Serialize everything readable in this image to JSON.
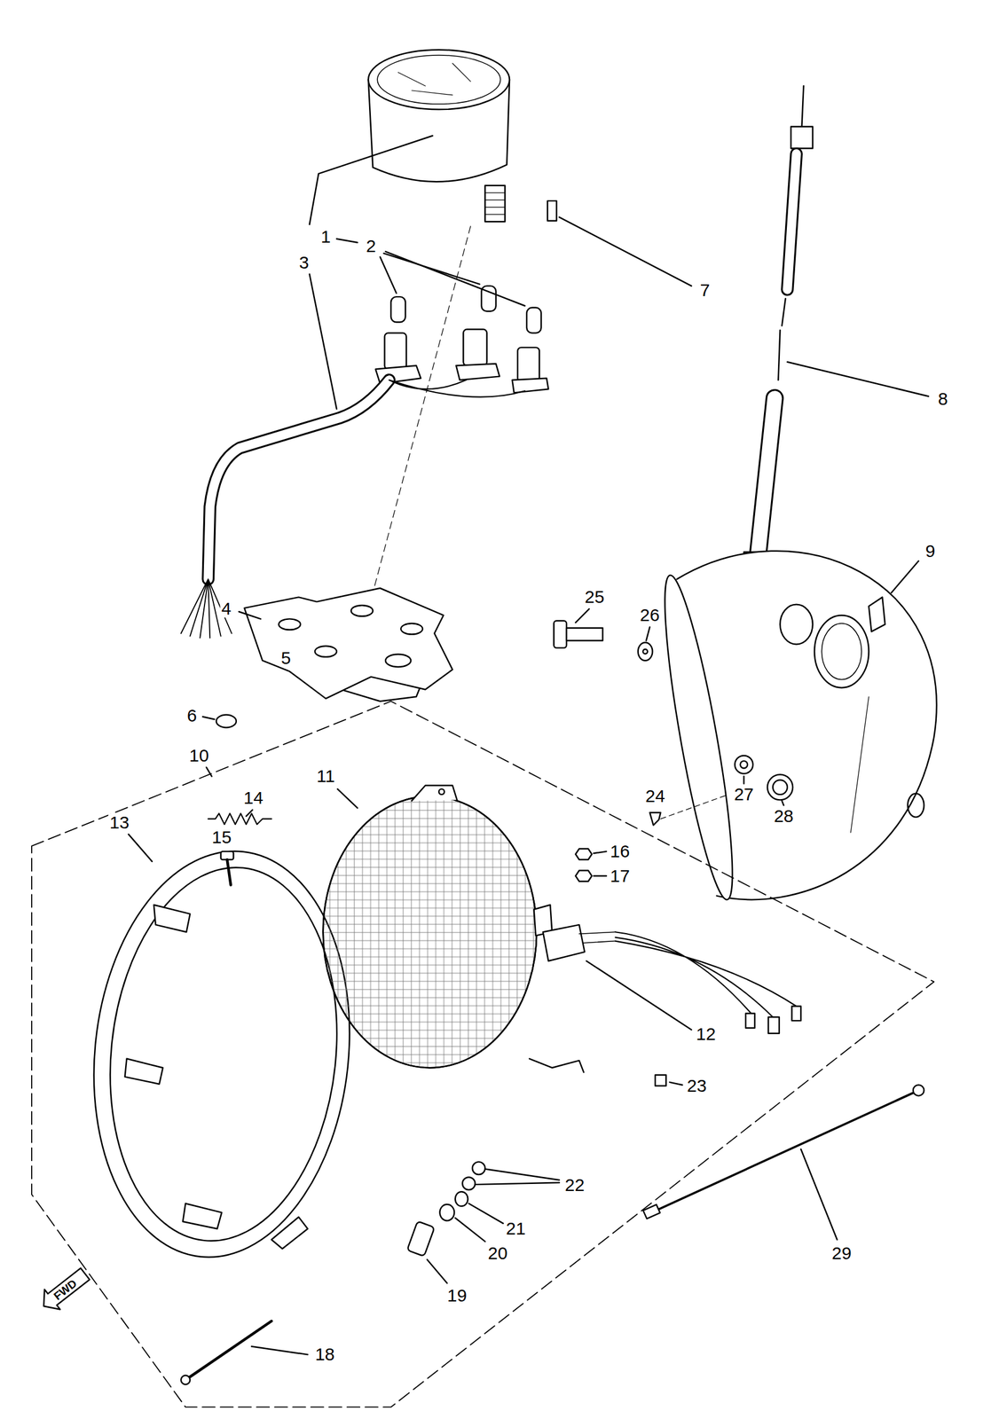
{
  "diagram": {
    "labels": [
      "1",
      "2",
      "3",
      "4",
      "5",
      "6",
      "7",
      "8",
      "9",
      "10",
      "11",
      "12",
      "13",
      "14",
      "15",
      "16",
      "17",
      "18",
      "19",
      "20",
      "21",
      "22",
      "23",
      "24",
      "25",
      "26",
      "27",
      "28",
      "29",
      "FWD"
    ]
  }
}
